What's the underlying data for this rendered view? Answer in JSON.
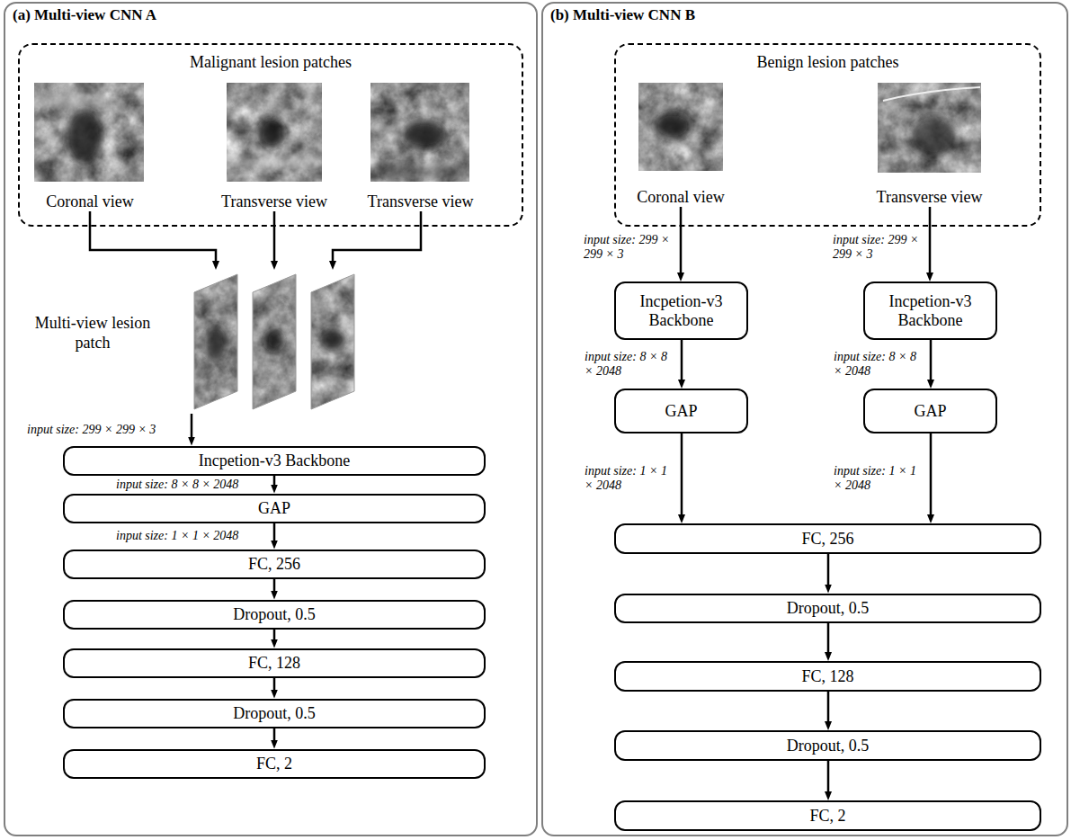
{
  "diagram": {
    "nodes": [
      {
        "text": [
          "(a) Multi-view CNN A"
        ]
      },
      {
        "text": [
          "Malignant lesion patches"
        ],
        "in": 0
      },
      {
        "text": [
          "Coronal view"
        ],
        "in": 1
      },
      {
        "text": [
          "Transverse view"
        ],
        "in": 1
      },
      {
        "text": [
          "Transverse view"
        ],
        "in": 1
      },
      {
        "text": [
          "Multi-view lesion patch"
        ],
        "in": 0
      },
      {
        "text": [
          "Incpetion-v3 Backbone"
        ],
        "in": 0
      },
      {
        "text": [
          "GAP"
        ],
        "in": 0
      },
      {
        "text": [
          "FC, 256"
        ],
        "in": 0
      },
      {
        "text": [
          "Dropout, 0.5"
        ],
        "in": 0
      },
      {
        "text": [
          "FC, 128"
        ],
        "in": 0
      },
      {
        "text": [
          "Dropout, 0.5"
        ],
        "in": 0
      },
      {
        "text": [
          "FC, 2"
        ],
        "in": 0
      },
      {
        "text": [
          "(b) Multi-view CNN B"
        ]
      },
      {
        "text": [
          "Benign lesion patches"
        ],
        "in": 13
      },
      {
        "text": [
          "Coronal view"
        ],
        "in": 14
      },
      {
        "text": [
          "Transverse view"
        ],
        "in": 14
      },
      {
        "text": [
          "Incpetion-v3 Backbone"
        ],
        "in": 13
      },
      {
        "text": [
          "Incpetion-v3 Backbone"
        ],
        "in": 13
      },
      {
        "text": [
          "GAP"
        ],
        "in": 13
      },
      {
        "text": [
          "GAP"
        ],
        "in": 13
      },
      {
        "text": [
          "FC, 256"
        ],
        "in": 13
      },
      {
        "text": [
          "Dropout, 0.5"
        ],
        "in": 13
      },
      {
        "text": [
          "FC, 128"
        ],
        "in": 13
      },
      {
        "text": [
          "Dropout, 0.5"
        ],
        "in": 13
      },
      {
        "text": [
          "FC, 2"
        ],
        "in": 13
      }
    ],
    "edges": [
      {
        "from": 2,
        "to": 5,
        "arrow": "to"
      },
      {
        "from": 3,
        "to": 5,
        "arrow": "to"
      },
      {
        "from": 4,
        "to": 5,
        "arrow": "to"
      },
      {
        "from": 5,
        "to": 6,
        "arrow": "to",
        "label": "input size: 299 × 299 × 3"
      },
      {
        "from": 6,
        "to": 7,
        "arrow": "to",
        "label": "input size: 8 × 8 × 2048"
      },
      {
        "from": 7,
        "to": 8,
        "arrow": "to",
        "label": "input size: 1 × 1 × 2048"
      },
      {
        "from": 8,
        "to": 9,
        "arrow": "to"
      },
      {
        "from": 9,
        "to": 10,
        "arrow": "to"
      },
      {
        "from": 10,
        "to": 11,
        "arrow": "to"
      },
      {
        "from": 11,
        "to": 12,
        "arrow": "to"
      },
      {
        "from": 15,
        "to": 17,
        "arrow": "to",
        "label": "input size: 299 × 299 × 3"
      },
      {
        "from": 16,
        "to": 18,
        "arrow": "to",
        "label": "input size: 299 × 299 × 3"
      },
      {
        "from": 17,
        "to": 19,
        "arrow": "to",
        "label": "input size: 8 × 8 × 2048"
      },
      {
        "from": 18,
        "to": 20,
        "arrow": "to",
        "label": "input size: 8 × 8 × 2048"
      },
      {
        "from": 19,
        "to": 21,
        "arrow": "to",
        "label": "input size: 1 × 1 × 2048"
      },
      {
        "from": 20,
        "to": 21,
        "arrow": "to",
        "label": "input size: 1 × 1 × 2048"
      },
      {
        "from": 21,
        "to": 22,
        "arrow": "to"
      },
      {
        "from": 22,
        "to": 23,
        "arrow": "to"
      },
      {
        "from": 23,
        "to": 24,
        "arrow": "to"
      },
      {
        "from": 24,
        "to": 25,
        "arrow": "to"
      }
    ]
  }
}
